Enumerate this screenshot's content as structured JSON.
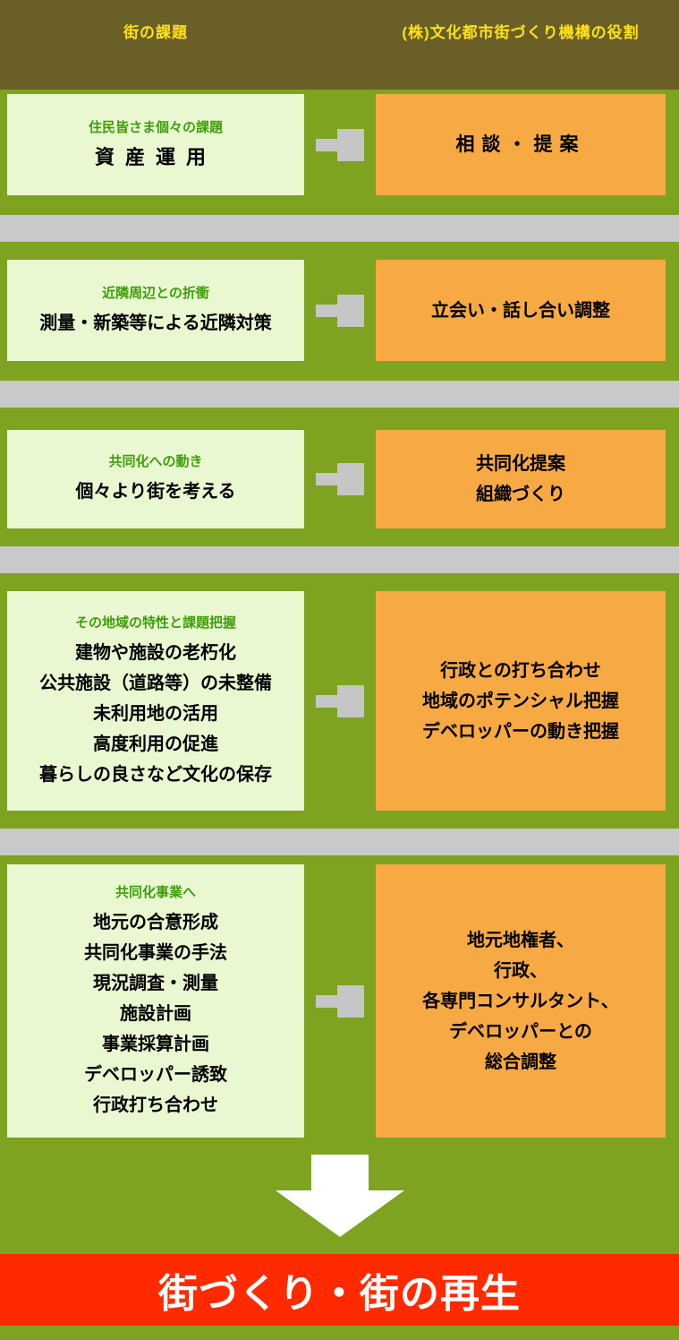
{
  "header": {
    "issues_title": "街の課題",
    "role_title": "(株)文化都市街づくり機構の役割"
  },
  "rows": [
    {
      "issue_heading": "住民皆さま個々の課題",
      "issue_lines": [
        "資産運用"
      ],
      "role_lines": [
        "相談・提案"
      ]
    },
    {
      "issue_heading": "近隣周辺との折衝",
      "issue_lines": [
        "測量・新築等による近隣対策"
      ],
      "role_lines": [
        "立会い・話し合い調整"
      ]
    },
    {
      "issue_heading": "共同化への動き",
      "issue_lines": [
        "個々より街を考える"
      ],
      "role_lines": [
        "共同化提案",
        "組織づくり"
      ]
    },
    {
      "issue_heading": "その地域の特性と課題把握",
      "issue_lines": [
        "建物や施設の老朽化",
        "公共施設（道路等）の未整備",
        "未利用地の活用",
        "高度利用の促進",
        "暮らしの良さなど文化の保存"
      ],
      "role_lines": [
        "行政との打ち合わせ",
        "地域のポテンシャル把握",
        "デベロッパーの動き把握"
      ]
    },
    {
      "issue_heading": "共同化事業へ",
      "issue_lines": [
        "地元の合意形成",
        "共同化事業の手法",
        "現況調査・測量",
        "施設計画",
        "事業採算計画",
        "デベロッパー誘致",
        "行政打ち合わせ"
      ],
      "role_lines": [
        "地元地権者、",
        "行政、",
        "各専門コンサルタント、",
        "デベロッパーとの",
        "総合調整"
      ]
    }
  ],
  "footer": {
    "result_label": "街づくり・街の再生"
  },
  "colors": {
    "page_bg": "#7da321",
    "header_bg": "#6b5f28",
    "header_text": "#ffe115",
    "issue_box_bg": "#eaf8d2",
    "issue_heading_text": "#3f9e0a",
    "role_box_bg": "#f7a943",
    "separator_gray": "#c9c9c9",
    "connector_gray": "#c6c6c6",
    "result_bg": "#ff2a00",
    "result_text": "#ffffff"
  }
}
